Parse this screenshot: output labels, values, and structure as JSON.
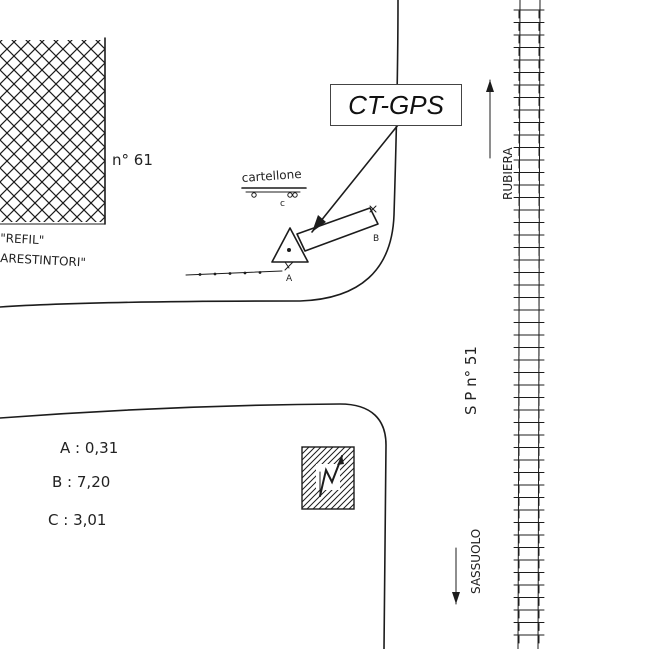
{
  "labels": {
    "gps": "CT-GPS",
    "number": "n° 61",
    "refil": "\"REFIL\"",
    "arestintori": "ARESTINTORI\"",
    "cartellone": "cartellone",
    "c_small": "c",
    "point_a": "A",
    "point_b": "B",
    "road": "S P n° 51",
    "rubiera": "RUBIERA",
    "sassuolo": "SASSUOLO"
  },
  "measurements": {
    "a": "A : 0,31",
    "b": "B : 7,20",
    "c": "C : 3,01"
  },
  "icons": {
    "north": "north-arrow-icon",
    "triangle": "survey-point-triangle-icon"
  }
}
